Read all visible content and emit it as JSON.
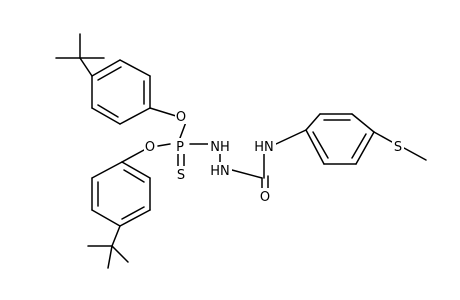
{
  "molecule": {
    "atom_labels": {
      "o_upper": "O",
      "o_lower": "O",
      "p": "P",
      "s_thio": "S",
      "n_h1": "NH",
      "n_h2": "HN",
      "n_h3": "HN",
      "o_carbonyl": "O",
      "s_methyl": "S"
    }
  }
}
